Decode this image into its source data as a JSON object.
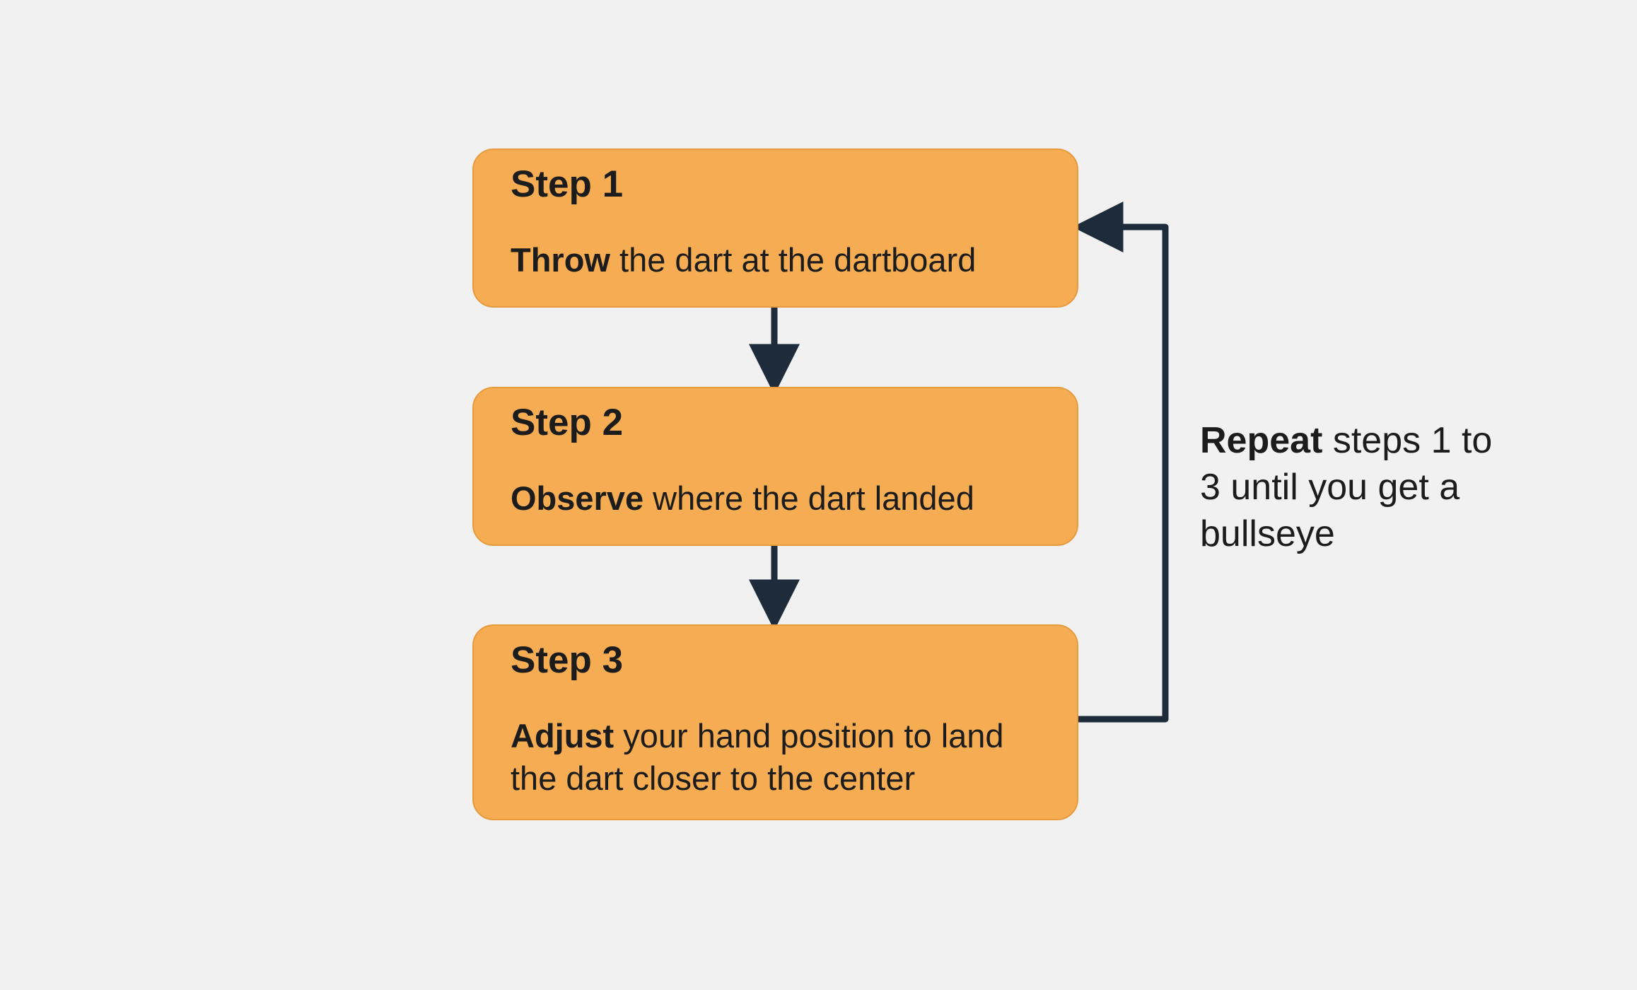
{
  "steps": [
    {
      "title": "Step 1",
      "verb": "Throw",
      "rest": " the dart at the dartboard"
    },
    {
      "title": "Step 2",
      "verb": "Observe",
      "rest": " where the dart landed"
    },
    {
      "title": "Step 3",
      "verb": "Adjust",
      "rest": " your hand position to land the dart closer to the center"
    }
  ],
  "repeat_note": {
    "verb": "Repeat",
    "rest": " steps 1 to 3 until you get a bullseye"
  },
  "colors": {
    "box_fill": "#f5ac52",
    "box_border": "#e89b3e",
    "connector": "#1d2b3a",
    "background": "#f1f1f1",
    "text": "#1c1c1c"
  }
}
